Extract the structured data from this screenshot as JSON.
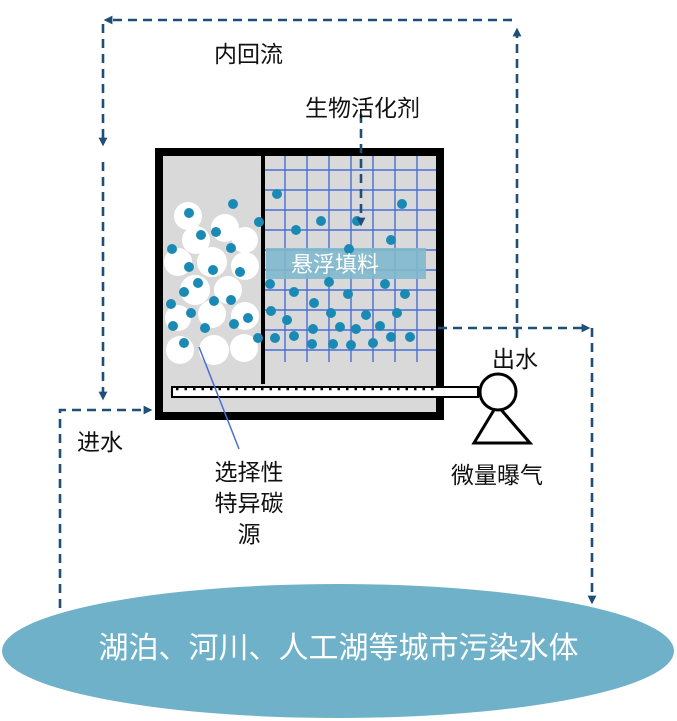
{
  "labels": {
    "inner_reflux": "内回流",
    "bio_agent": "生物活化剂",
    "suspended_filler": "悬浮填料",
    "outlet": "出水",
    "inlet": "进水",
    "micro_aeration": "微量曝气",
    "carbon_source_lines": [
      "选择性",
      "特异碳",
      "源"
    ],
    "water_body": "湖泊、河川、人工湖等城市污染水体"
  },
  "colors": {
    "flow_arrow": "#1f4e79",
    "water_ellipse": "#6fb1c8",
    "tank_fill": "#d9d9d9",
    "grid": "#4a6fd6",
    "media_dot": "#1a8ab4",
    "filler_band": "#7fb8cc"
  }
}
